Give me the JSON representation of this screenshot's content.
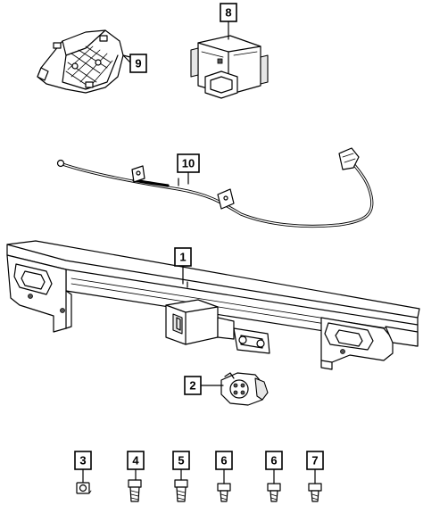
{
  "callouts": [
    {
      "id": "c8",
      "label": "8"
    },
    {
      "id": "c9",
      "label": "9"
    },
    {
      "id": "c10",
      "label": "10"
    },
    {
      "id": "c1",
      "label": "1"
    },
    {
      "id": "c2",
      "label": "2"
    },
    {
      "id": "c3",
      "label": "3"
    },
    {
      "id": "c4",
      "label": "4"
    },
    {
      "id": "c5",
      "label": "5"
    },
    {
      "id": "c6a",
      "label": "6"
    },
    {
      "id": "c6b",
      "label": "6"
    },
    {
      "id": "c7",
      "label": "7"
    }
  ]
}
